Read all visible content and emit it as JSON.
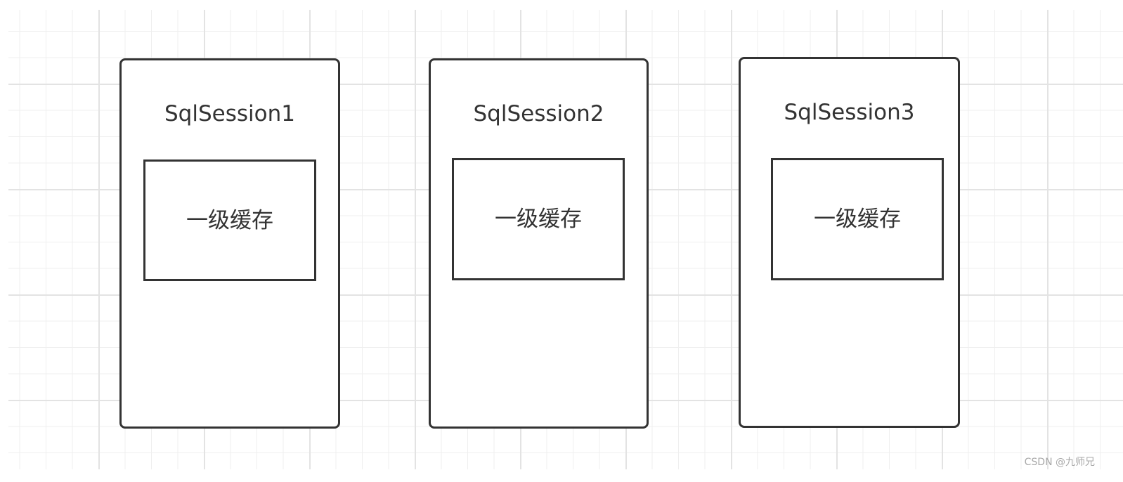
{
  "sessions": [
    {
      "title": "SqlSession1",
      "cache_label": "一级缓存"
    },
    {
      "title": "SqlSession2",
      "cache_label": "一级缓存"
    },
    {
      "title": "SqlSession3",
      "cache_label": "一级缓存"
    }
  ],
  "watermark": "CSDN @九师兄",
  "colors": {
    "stroke": "#333333",
    "grid": "#e3e3e3",
    "background": "#ffffff",
    "watermark": "#a8a8a8"
  }
}
